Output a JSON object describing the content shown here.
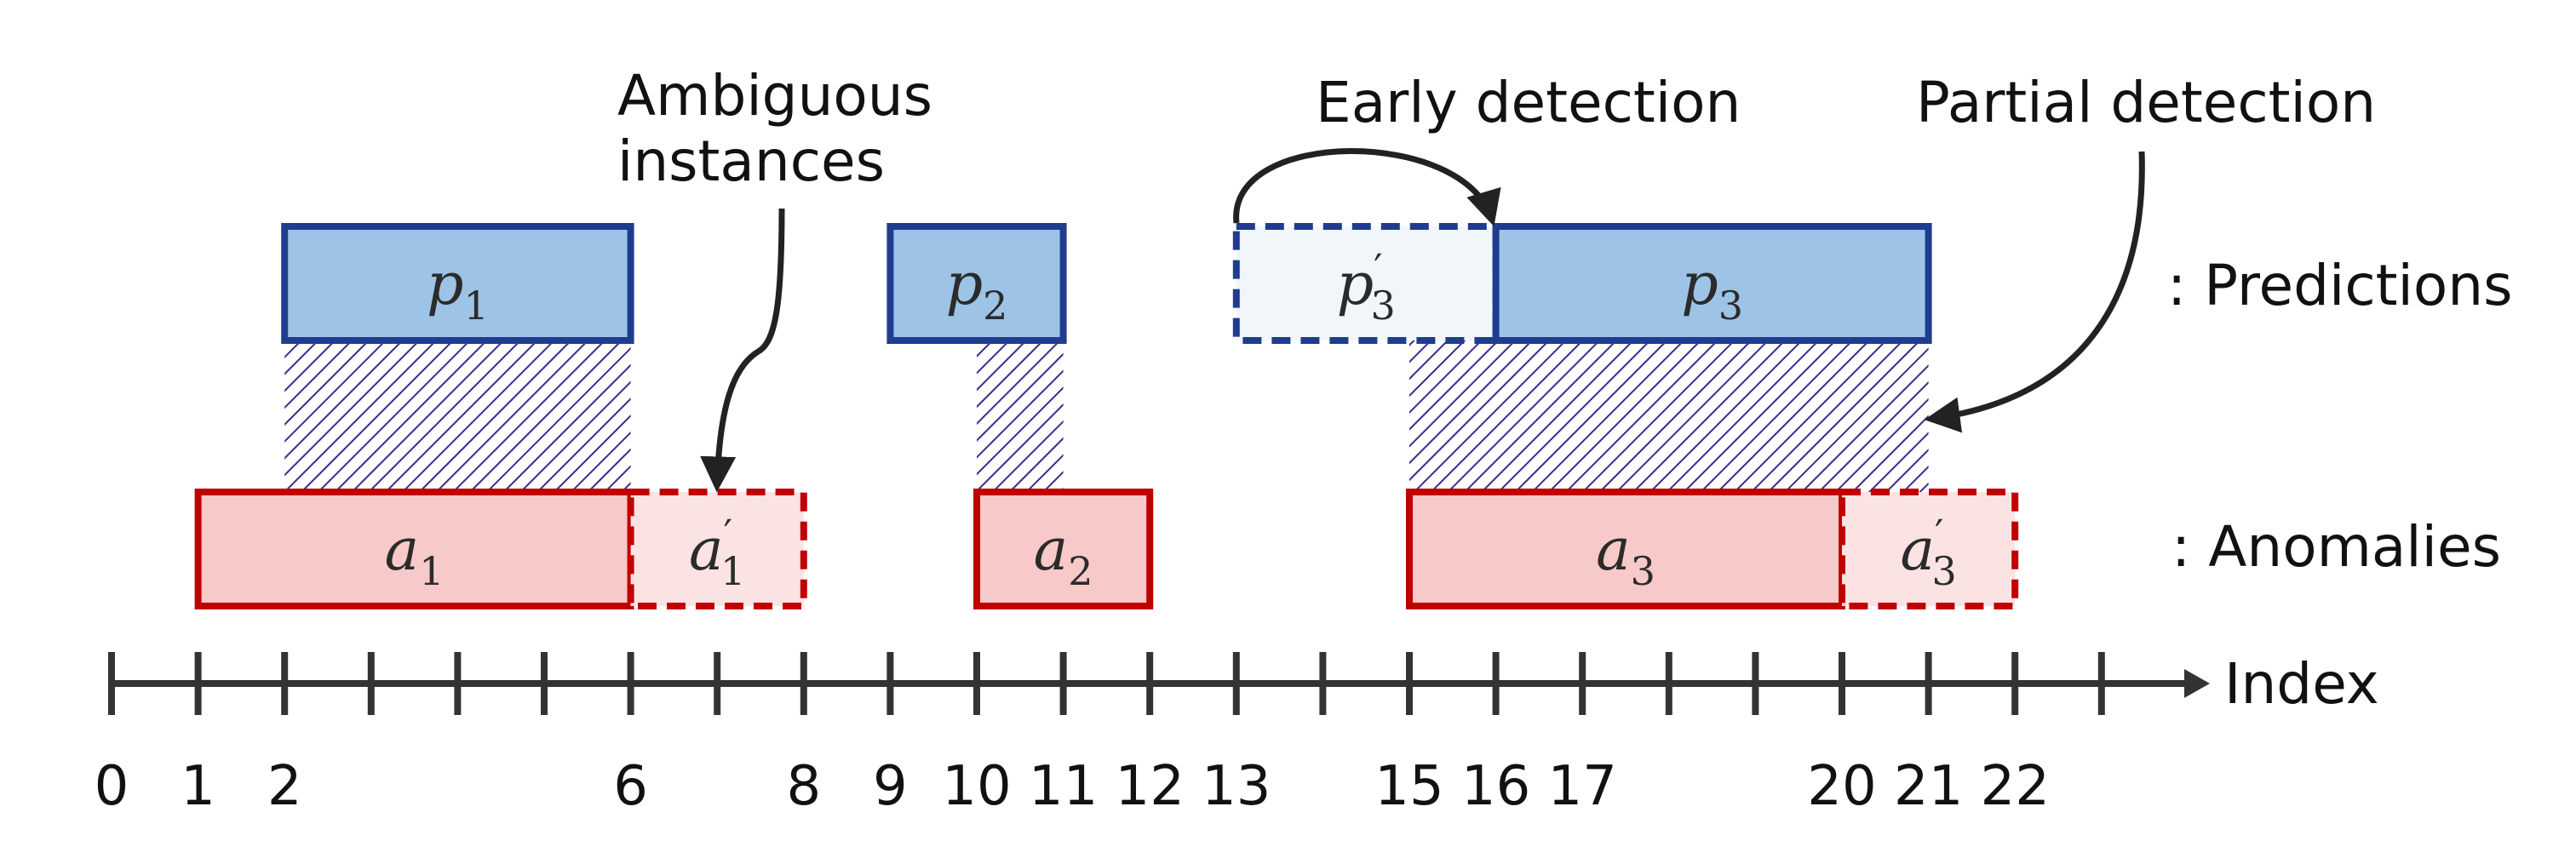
{
  "axis": {
    "label": "Index",
    "ticks": [
      0,
      1,
      2,
      3,
      4,
      5,
      6,
      7,
      8,
      9,
      10,
      11,
      12,
      13,
      14,
      15,
      16,
      17,
      18,
      19,
      20,
      21,
      22,
      23
    ],
    "tick_labels": [
      "0",
      "1",
      "2",
      "6",
      "8",
      "9",
      "10",
      "11",
      "12",
      "13",
      "15",
      "16",
      "17",
      "20",
      "21",
      "22"
    ],
    "min": 0,
    "max": 23
  },
  "legend": {
    "predictions": ": Predictions",
    "anomalies": ": Anomalies"
  },
  "annotations": {
    "ambiguous_line1": "Ambiguous",
    "ambiguous_line2": "instances",
    "early": "Early detection",
    "partial": "Partial detection"
  },
  "predictions": [
    {
      "id": "p1",
      "base": "p",
      "sub": "1",
      "prime": false,
      "start": 2,
      "end": 6
    },
    {
      "id": "p2",
      "base": "p",
      "sub": "2",
      "prime": false,
      "start": 9,
      "end": 11
    },
    {
      "id": "p3prime",
      "base": "p",
      "sub": "3",
      "prime": true,
      "start": 13,
      "end": 16
    },
    {
      "id": "p3",
      "base": "p",
      "sub": "3",
      "prime": false,
      "start": 16,
      "end": 21
    }
  ],
  "anomalies": [
    {
      "id": "a1",
      "base": "a",
      "sub": "1",
      "prime": false,
      "start": 1,
      "end": 6
    },
    {
      "id": "a1prime",
      "base": "a",
      "sub": "1",
      "prime": true,
      "start": 6,
      "end": 8
    },
    {
      "id": "a2",
      "base": "a",
      "sub": "2",
      "prime": false,
      "start": 10,
      "end": 12
    },
    {
      "id": "a3",
      "base": "a",
      "sub": "3",
      "prime": false,
      "start": 15,
      "end": 20
    },
    {
      "id": "a3prime",
      "base": "a",
      "sub": "3",
      "prime": true,
      "start": 20,
      "end": 22
    }
  ],
  "overlaps": [
    {
      "start": 2,
      "end": 6
    },
    {
      "start": 10,
      "end": 11
    },
    {
      "start": 15,
      "end": 21
    }
  ],
  "colors": {
    "pred_fill": "#9dc3e6",
    "pred_stroke": "#1f3c8f",
    "pred_prime_fill": "#f1f6fb",
    "anom_fill": "#f8c9c9",
    "anom_stroke": "#c00000",
    "anom_prime_fill": "#fbe3e3",
    "hatch": "#3d2a8f",
    "axis": "#333333"
  }
}
